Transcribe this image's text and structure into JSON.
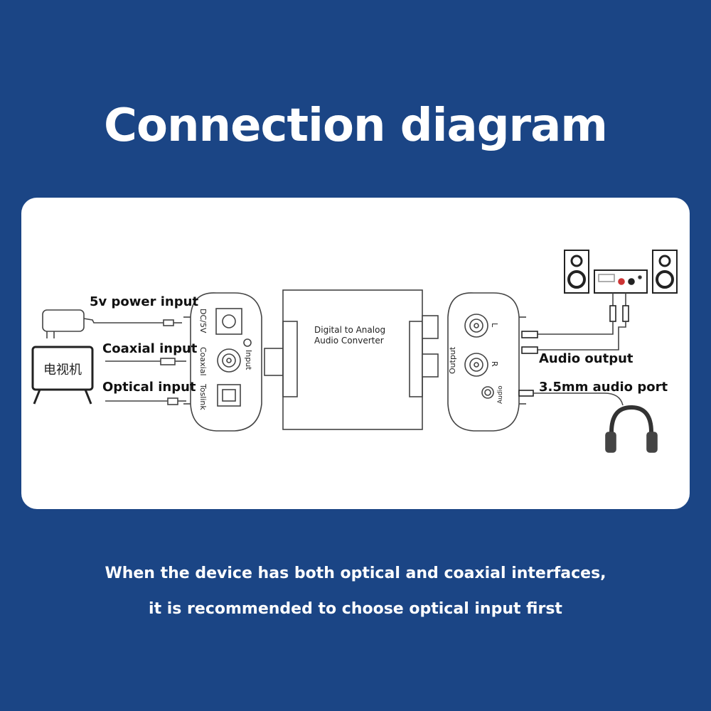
{
  "title": "Connection diagram",
  "labels": {
    "power": "5v power input",
    "coaxial": "Coaxial input",
    "optical": "Optical input",
    "audio_output": "Audio output",
    "audio_port": "3.5mm audio port",
    "tv": "电视机"
  },
  "device": {
    "name_line1": "Digital to Analog",
    "name_line2": "Audio Converter",
    "port_dc": "DC/5V",
    "port_coaxial": "Coaxial",
    "port_toslink": "Toslink",
    "port_input": "Input",
    "port_output": "Output",
    "port_l": "L",
    "port_r": "R",
    "port_audio": "Audio"
  },
  "notes": [
    "When the device has both optical and coaxial interfaces,",
    "it is recommended to choose optical input first"
  ]
}
